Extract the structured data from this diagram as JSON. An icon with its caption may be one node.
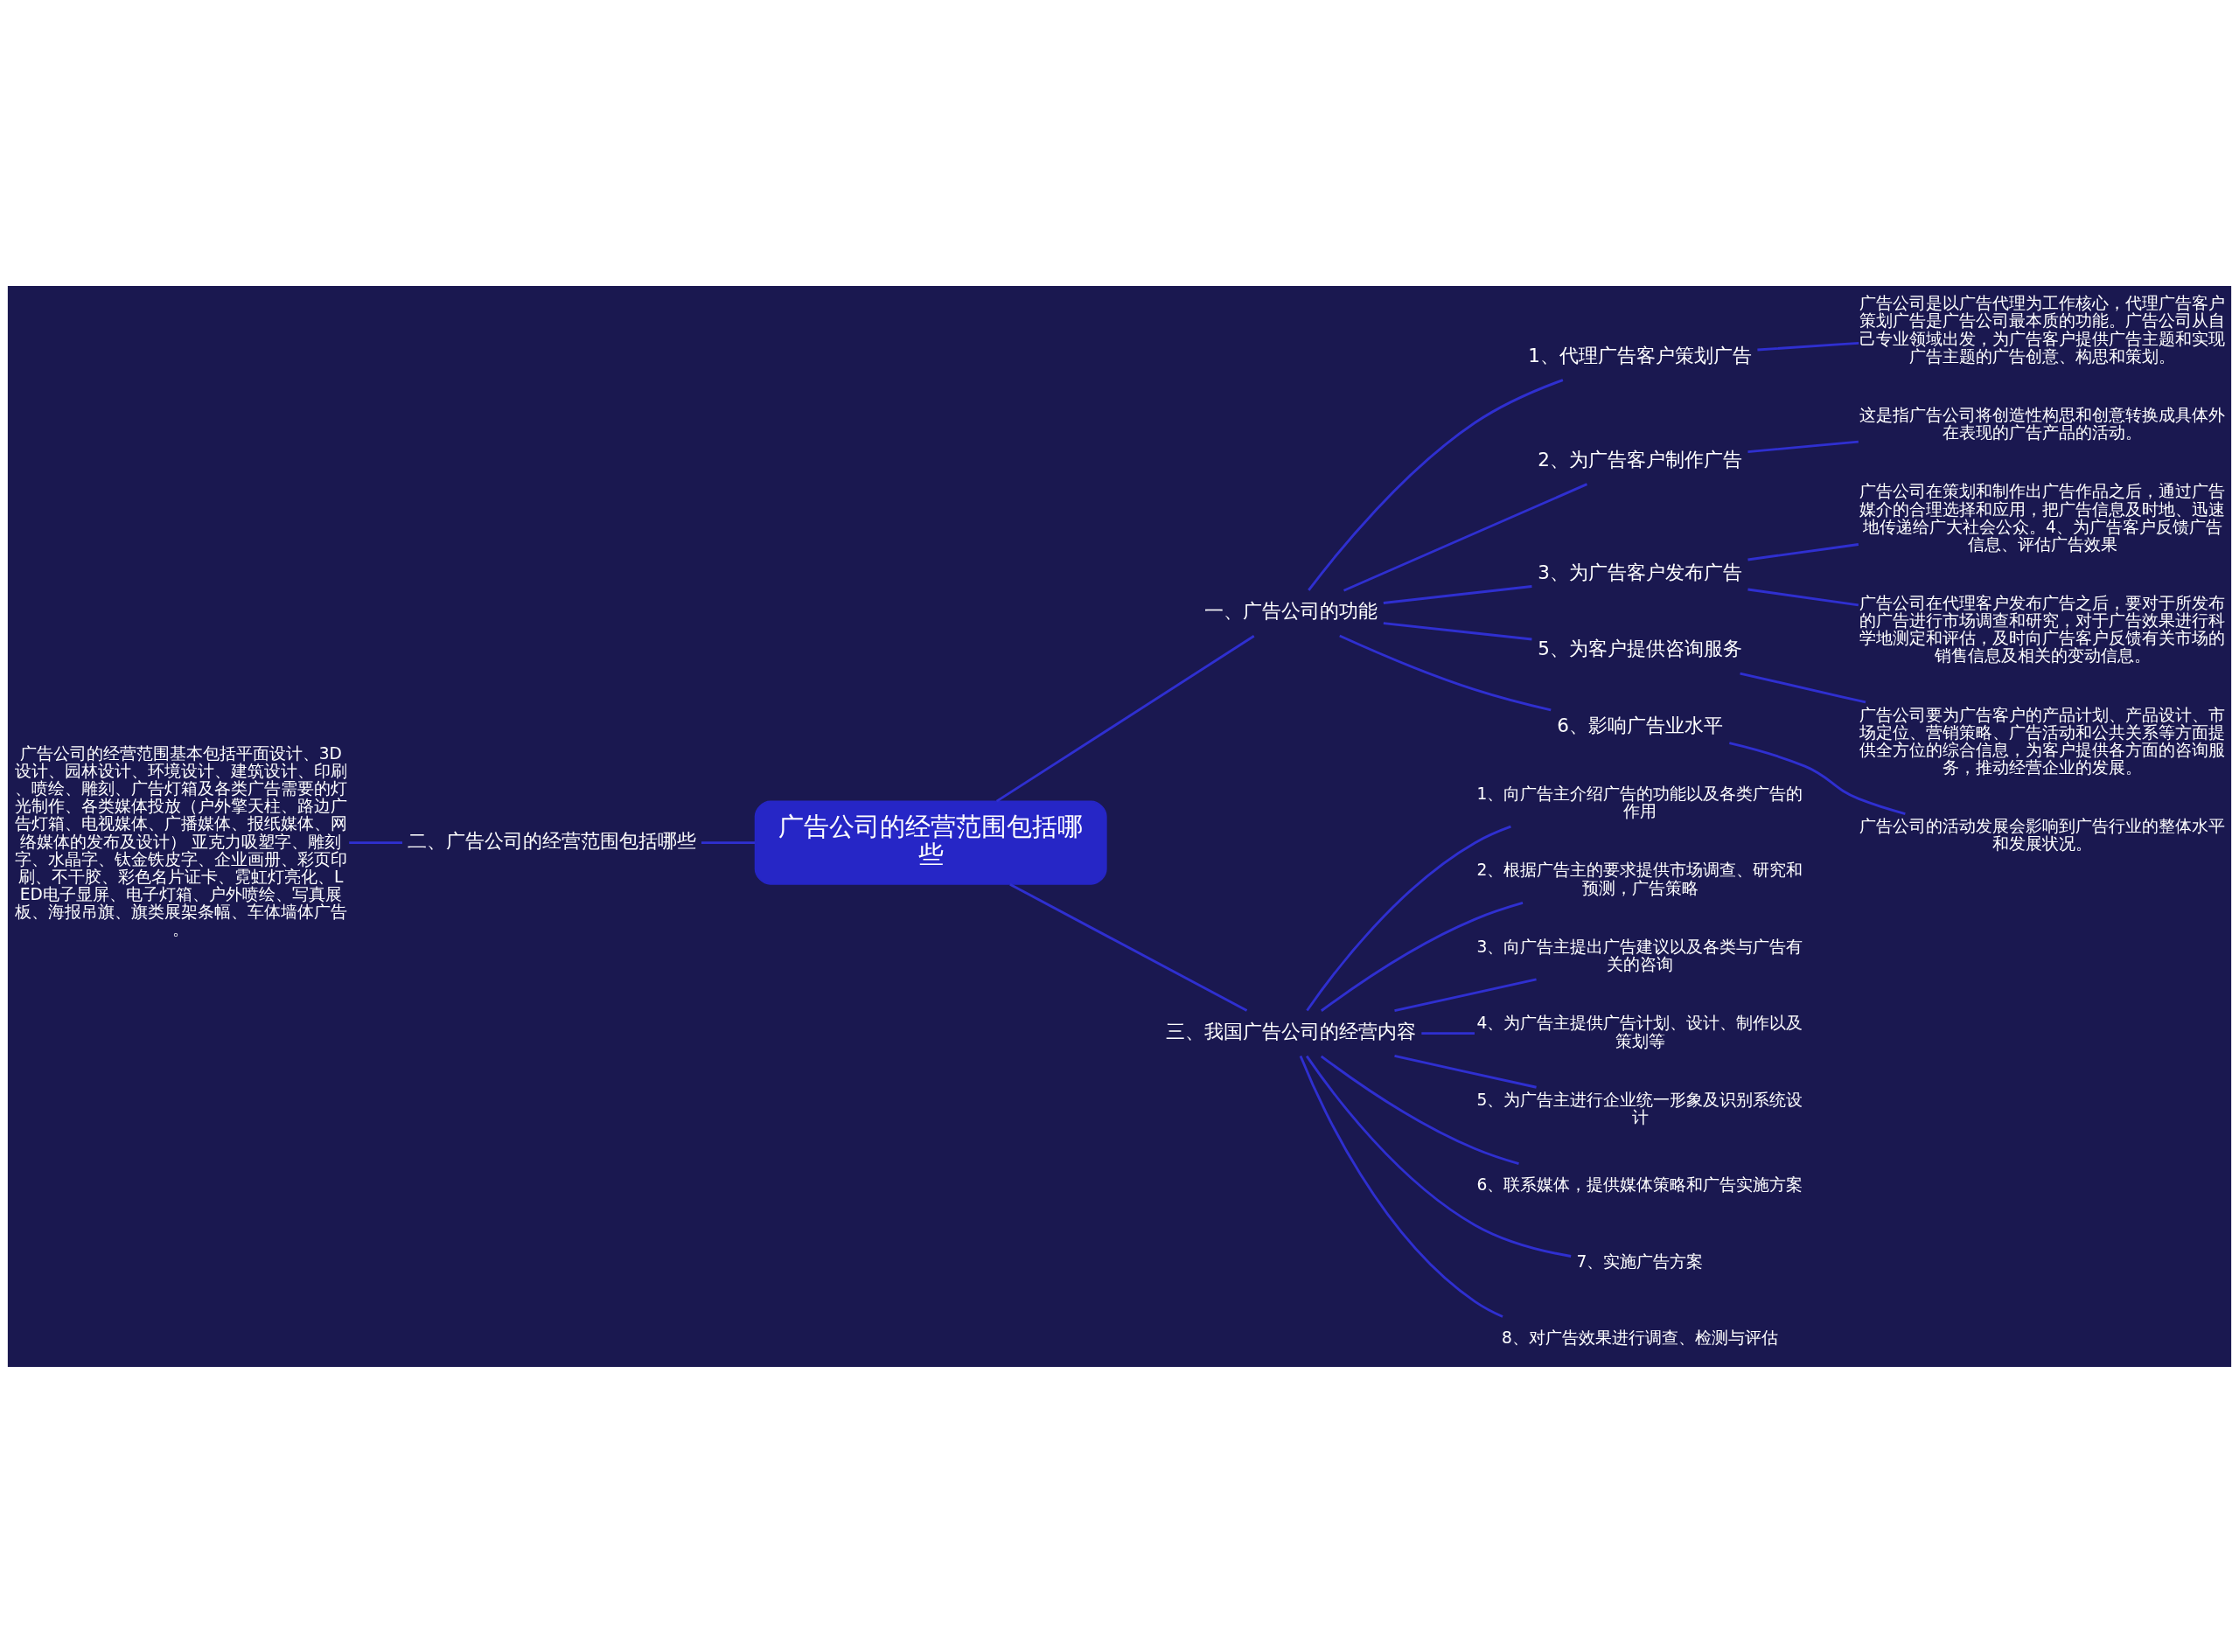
{
  "diagram": {
    "nodes": [
      {
        "text": [
          "广告公司的经营范围包括哪些"
        ]
      },
      {
        "text": [
          "一、广告公司的功能"
        ]
      },
      {
        "text": [
          "1、代理广告客户策划广告"
        ]
      },
      {
        "text": [
          "广告公司是以广告代理为工作核心，代理广告客户策划广告是广告公司最本质的功能。广告公司从自己专业领域出发，为广告客户提供广告主题和实现广告主题的广告创意、构思和策划。"
        ]
      },
      {
        "text": [
          "2、为广告客户制作广告"
        ]
      },
      {
        "text": [
          "这是指广告公司将创造性构思和创意转换成具体外在表现的广告产品的活动。"
        ]
      },
      {
        "text": [
          "3、为广告客户发布广告"
        ]
      },
      {
        "text": [
          "广告公司在策划和制作出广告作品之后，通过广告媒介的合理选择和应用，把广告信息及时地、迅速地传递给广大社会公众。4、为广告客户反馈广告信息、评估广告效果"
        ]
      },
      {
        "text": [
          "广告公司在代理客户发布广告之后，要对于所发布的广告进行市场调查和研究，对于广告效果进行科学地测定和评估，及时向广告客户反馈有关市场的销售信息及相关的变动信息。"
        ]
      },
      {
        "text": [
          "5、为客户提供咨询服务"
        ]
      },
      {
        "text": [
          "广告公司要为广告客户的产品计划、产品设计、市场定位、营销策略、广告活动和公共关系等方面提供全方位的综合信息，为客户提供各方面的咨询服务，推动经营企业的发展。"
        ]
      },
      {
        "text": [
          "6、影响广告业水平"
        ]
      },
      {
        "text": [
          "广告公司的活动发展会影响到广告行业的整体水平和发展状况。"
        ]
      },
      {
        "text": [
          "二、广告公司的经营范围包括哪些"
        ]
      },
      {
        "text": [
          "广告公司的经营范围基本包括平面设计、3D设计、园林设计、环境设计、建筑设计、印刷、喷绘、雕刻、广告灯箱及各类广告需要的灯光制作、各类媒体投放（户外擎天柱、路边广告灯箱、电视媒体、广播媒体、报纸媒体、网络媒体的发布及设计） 亚克力吸塑字、雕刻字、水晶字、钛金铁皮字、企业画册、彩页印刷、不干胶、彩色名片证卡、霓虹灯亮化、LED电子显屏、电子灯箱、户外喷绘、写真展板、海报吊旗、旗类展架条幅、车体墙体广告。"
        ]
      },
      {
        "text": [
          "三、我国广告公司的经营内容"
        ]
      },
      {
        "text": [
          "1、向广告主介绍广告的功能以及各类广告的作用"
        ]
      },
      {
        "text": [
          "2、根据广告主的要求提供市场调查、研究和预测，广告策略"
        ]
      },
      {
        "text": [
          "3、向广告主提出广告建议以及各类与广告有关的咨询"
        ]
      },
      {
        "text": [
          "4、为广告主提供广告计划、设计、制作以及策划等"
        ]
      },
      {
        "text": [
          "5、为广告主进行企业统一形象及识别系统设计"
        ]
      },
      {
        "text": [
          "6、联系媒体，提供媒体策略和广告实施方案"
        ]
      },
      {
        "text": [
          "7、实施广告方案"
        ]
      },
      {
        "text": [
          "8、对广告效果进行调查、检测与评估"
        ]
      }
    ],
    "edges": [
      {
        "from": 0,
        "to": 1,
        "arrow": "none"
      },
      {
        "from": 1,
        "to": 2,
        "arrow": "none"
      },
      {
        "from": 2,
        "to": 3,
        "arrow": "none"
      },
      {
        "from": 1,
        "to": 4,
        "arrow": "none"
      },
      {
        "from": 4,
        "to": 5,
        "arrow": "none"
      },
      {
        "from": 1,
        "to": 6,
        "arrow": "none"
      },
      {
        "from": 6,
        "to": 7,
        "arrow": "none"
      },
      {
        "from": 6,
        "to": 8,
        "arrow": "none"
      },
      {
        "from": 1,
        "to": 9,
        "arrow": "none"
      },
      {
        "from": 9,
        "to": 10,
        "arrow": "none"
      },
      {
        "from": 1,
        "to": 11,
        "arrow": "none"
      },
      {
        "from": 11,
        "to": 12,
        "arrow": "none"
      },
      {
        "from": 0,
        "to": 13,
        "arrow": "none"
      },
      {
        "from": 13,
        "to": 14,
        "arrow": "none"
      },
      {
        "from": 0,
        "to": 15,
        "arrow": "none"
      },
      {
        "from": 15,
        "to": 16,
        "arrow": "none"
      },
      {
        "from": 15,
        "to": 17,
        "arrow": "none"
      },
      {
        "from": 15,
        "to": 18,
        "arrow": "none"
      },
      {
        "from": 15,
        "to": 19,
        "arrow": "none"
      },
      {
        "from": 15,
        "to": 20,
        "arrow": "none"
      },
      {
        "from": 15,
        "to": 21,
        "arrow": "none"
      },
      {
        "from": 15,
        "to": 22,
        "arrow": "none"
      },
      {
        "from": 15,
        "to": 23,
        "arrow": "none"
      }
    ]
  }
}
